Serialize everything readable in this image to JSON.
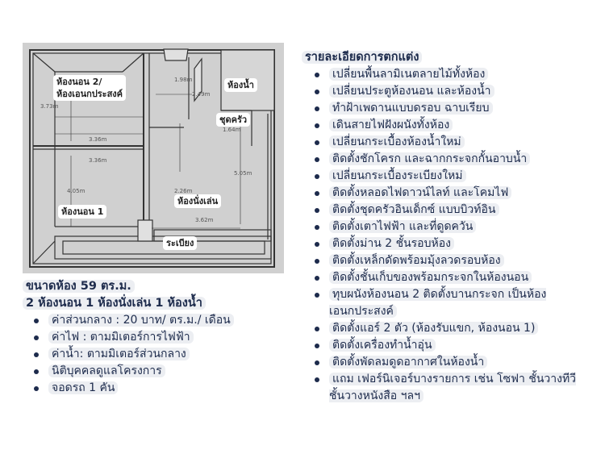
{
  "floorplan": {
    "rooms": {
      "bedroom2": "ห้องนอน 2/\nห้องเอนกประสงค์",
      "bathroom": "ห้องน้ำ",
      "kitchen": "ชุดครัว",
      "living": "ห้องนั่งเล่น",
      "bedroom1": "ห้องนอน 1",
      "balcony": "ระเบียง"
    },
    "dimensions": {
      "d1": "1.98m",
      "d2": "2.49m",
      "d3": "1.64m",
      "d4": "3.73m",
      "d5": "3.36m",
      "d6": "3.36m",
      "d7": "4.05m",
      "d8": "2.26m",
      "d9": "5.05m",
      "d10": "3.62m"
    }
  },
  "summary": {
    "size": "ขนาดห้อง 59 ตร.ม.",
    "rooms": "2 ห้องนอน 1 ห้องนั่งเล่น 1 ห้องน้ำ",
    "items": [
      "ค่าส่วนกลาง :  20 บาท/ ตร.ม./ เดือน",
      "ค่าไฟ : ตามมิเตอร์การไฟฟ้า",
      "ค่าน้ำ: ตามมิเตอร์ส่วนกลาง",
      "นิติบุคคลดูแลโครงการ",
      "จอดรถ 1 คัน"
    ]
  },
  "decoration": {
    "title": "รายละเอียดการตกแต่ง",
    "items": [
      "เปลี่ยนพื้นลามิเนตลายไม้ทั้งห้อง",
      "เปลี่ยนประตูห้องนอน และห้องน้ำ",
      "ทำฝ้าเพดานแบบดรอบ ฉาบเรียบ",
      "เดินสายไฟฝังผนังทั้งห้อง",
      "เปลี่ยนกระเบื้องห้องน้ำใหม่",
      "ติดตั้งชักโครก และฉากกระจกกั้นอาบน้ำ",
      "เปลี่ยนกระเบื้องระเบียงใหม่",
      "ติดตั้งหลอดไฟดาวน์ไลท์ และโคมไฟ",
      "ติดตั้งชุดครัวอินเด็กซ์ แบบบิวท์อิน",
      "ติดตั้งเตาไฟฟ้า และที่ดูดควัน",
      "ติดตั้งม่าน 2 ชั้นรอบห้อง",
      "ติดตั้งเหล็กดัดพร้อมมุ้งลวดรอบห้อง",
      "ติดตั้งชั้นเก็บของพร้อมกระจกในห้องนอน",
      "ทุบผนังห้องนอน 2 ติดตั้งบานกระจก    เป็นห้องเอนกประสงค์",
      "ติดตั้งแอร์ 2 ตัว (ห้องรับแขก, ห้องนอน 1)",
      "ติดตั้งเครื่องทำน้ำอุ่น",
      "ติดตั้งพัดลมดูดอากาศในห้องน้ำ",
      "แถม เฟอร์นิเจอร์บางรายการ เช่น โซฟา  ชั้นวางทีวี ชั้นวางหนังสือ ฯลฯ"
    ]
  }
}
